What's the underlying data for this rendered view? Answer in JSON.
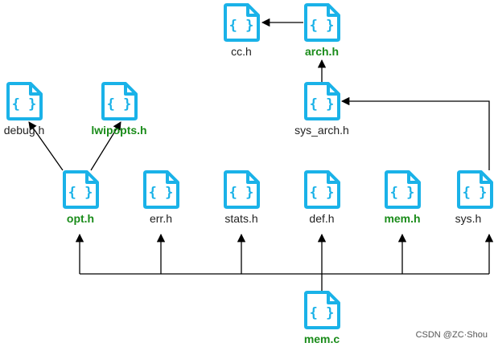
{
  "diagram": {
    "nodes": [
      {
        "id": "cc_h",
        "label": "cc.h",
        "emphasis": false,
        "icon": "code-file-icon"
      },
      {
        "id": "arch_h",
        "label": "arch.h",
        "emphasis": true,
        "icon": "code-file-icon"
      },
      {
        "id": "debug_h",
        "label": "debug.h",
        "emphasis": false,
        "icon": "code-file-icon"
      },
      {
        "id": "lwipopts_h",
        "label": "lwipopts.h",
        "emphasis": true,
        "icon": "code-file-icon"
      },
      {
        "id": "sys_arch_h",
        "label": "sys_arch.h",
        "emphasis": false,
        "icon": "code-file-icon"
      },
      {
        "id": "opt_h",
        "label": "opt.h",
        "emphasis": true,
        "icon": "code-file-icon"
      },
      {
        "id": "err_h",
        "label": "err.h",
        "emphasis": false,
        "icon": "code-file-icon"
      },
      {
        "id": "stats_h",
        "label": "stats.h",
        "emphasis": false,
        "icon": "code-file-icon"
      },
      {
        "id": "def_h",
        "label": "def.h",
        "emphasis": false,
        "icon": "code-file-icon"
      },
      {
        "id": "mem_h",
        "label": "mem.h",
        "emphasis": true,
        "icon": "code-file-icon"
      },
      {
        "id": "sys_h",
        "label": "sys.h",
        "emphasis": false,
        "icon": "code-file-icon"
      },
      {
        "id": "mem_c",
        "label": "mem.c",
        "emphasis": true,
        "icon": "code-file-icon"
      }
    ],
    "edges": [
      {
        "from": "arch_h",
        "to": "cc_h"
      },
      {
        "from": "sys_arch_h",
        "to": "arch_h"
      },
      {
        "from": "opt_h",
        "to": "debug_h"
      },
      {
        "from": "opt_h",
        "to": "lwipopts_h"
      },
      {
        "from": "sys_h",
        "to": "sys_arch_h"
      },
      {
        "from": "mem_c",
        "to": "opt_h"
      },
      {
        "from": "mem_c",
        "to": "err_h"
      },
      {
        "from": "mem_c",
        "to": "stats_h"
      },
      {
        "from": "mem_c",
        "to": "def_h"
      },
      {
        "from": "mem_c",
        "to": "mem_h"
      },
      {
        "from": "mem_c",
        "to": "sys_h"
      }
    ],
    "colors": {
      "icon": "#1ab2e8",
      "emphasis_text": "#1a8c1a",
      "normal_text": "#222222",
      "edge": "#000000"
    }
  },
  "watermark": "CSDN @ZC·Shou"
}
